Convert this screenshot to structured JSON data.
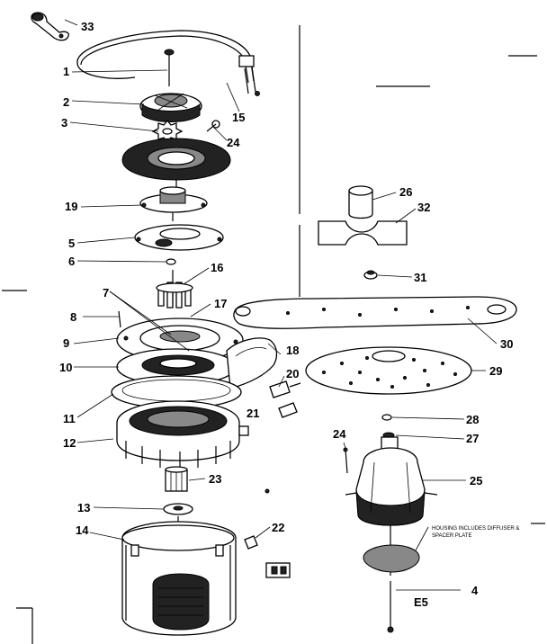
{
  "labels": {
    "l1": "1",
    "l2": "2",
    "l3": "3",
    "l4": "4",
    "l5": "5",
    "l6": "6",
    "l7": "7",
    "l8": "8",
    "l9": "9",
    "l10": "10",
    "l11": "11",
    "l12": "12",
    "l13": "13",
    "l14": "14",
    "l15": "15",
    "l16": "16",
    "l17": "17",
    "l18": "18",
    "l19": "19",
    "l20": "20",
    "l21": "21",
    "l22": "22",
    "l23": "23",
    "l24a": "24",
    "l24b": "24",
    "l25": "25",
    "l26": "26",
    "l27": "27",
    "l28": "28",
    "l29": "29",
    "l30": "30",
    "l31": "31",
    "l32": "32",
    "l33": "33",
    "l35": "E5"
  },
  "note": {
    "line1": "HOUSING INCLUDES DIFFUSER &",
    "line2": "SPACER PLATE"
  }
}
